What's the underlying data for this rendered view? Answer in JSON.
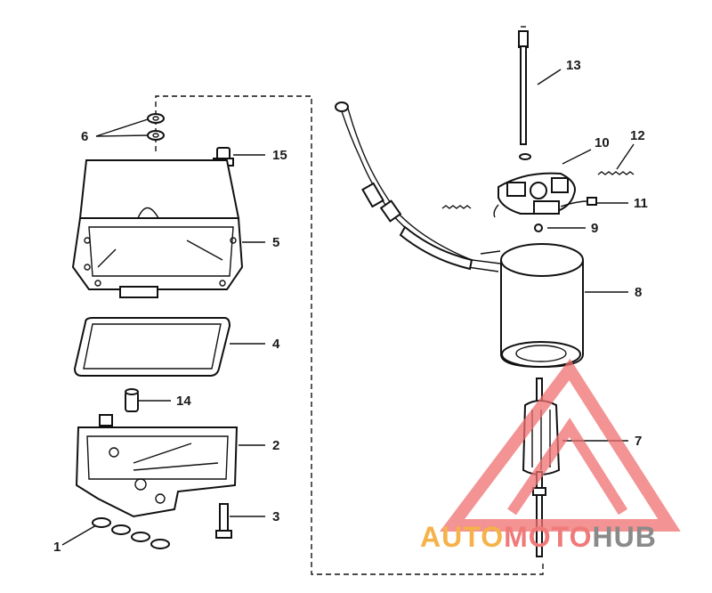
{
  "callouts": [
    {
      "id": "1",
      "label": "1"
    },
    {
      "id": "2",
      "label": "2"
    },
    {
      "id": "3",
      "label": "3"
    },
    {
      "id": "4",
      "label": "4"
    },
    {
      "id": "5",
      "label": "5"
    },
    {
      "id": "6",
      "label": "6"
    },
    {
      "id": "7",
      "label": "7"
    },
    {
      "id": "8",
      "label": "8"
    },
    {
      "id": "9",
      "label": "9"
    },
    {
      "id": "10",
      "label": "10"
    },
    {
      "id": "11",
      "label": "11"
    },
    {
      "id": "12",
      "label": "12"
    },
    {
      "id": "13",
      "label": "13"
    },
    {
      "id": "14",
      "label": "14"
    },
    {
      "id": "15",
      "label": "15"
    }
  ],
  "watermark": {
    "part1": "AUTO",
    "part2": "MOTO",
    "part3": "HUB",
    "color_orange": "#f5b24a",
    "color_red": "#f07a7a",
    "color_gray": "#8a8a8a",
    "logo_color": "#f07070"
  },
  "colors": {
    "line": "#111111",
    "background": "#ffffff"
  }
}
